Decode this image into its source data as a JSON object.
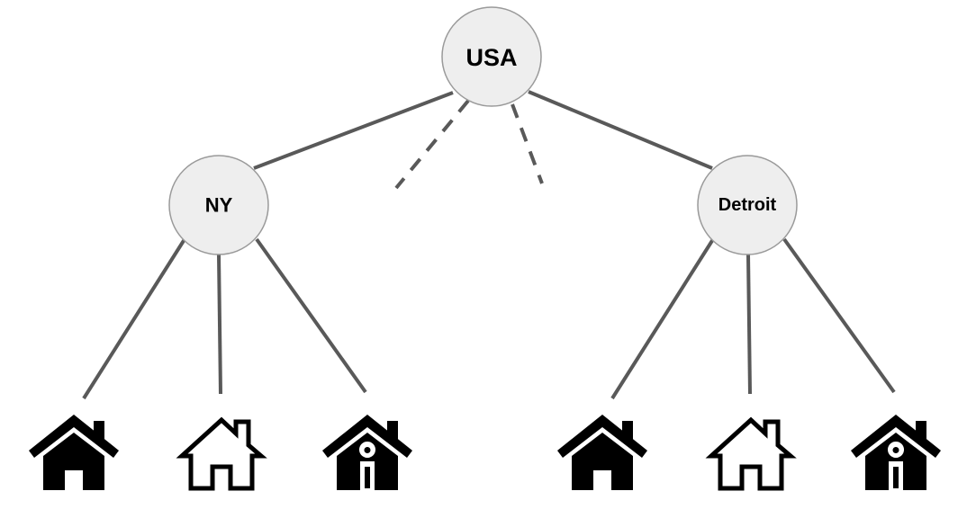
{
  "diagram": {
    "root": {
      "label": "USA",
      "icon": "circle-node"
    },
    "children": [
      {
        "label": "NY",
        "houses": [
          "solid-house-icon",
          "outline-house-icon",
          "house-with-person-icon"
        ]
      },
      {
        "label": "Detroit",
        "houses": [
          "solid-house-icon",
          "outline-house-icon",
          "house-with-person-icon"
        ]
      }
    ],
    "omitted_children_marker": "dashed-edges",
    "colors": {
      "edge": "#595959",
      "node_fill": "#eeeeee",
      "node_border": "#9a9a9a",
      "icon": "#000000"
    }
  }
}
